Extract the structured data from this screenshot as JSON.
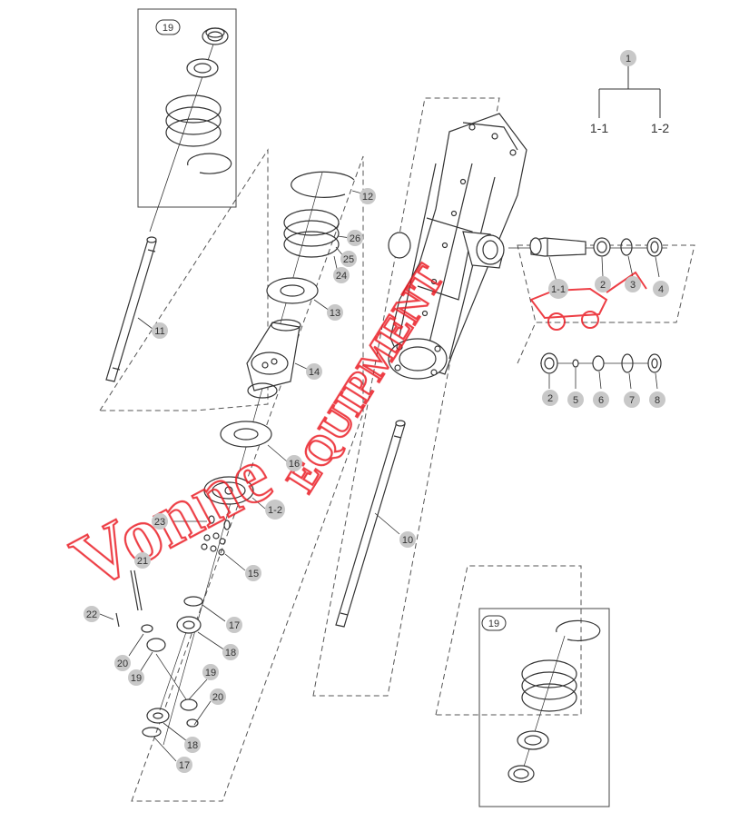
{
  "tree": {
    "root": "1",
    "children": [
      "1-1",
      "1-2"
    ]
  },
  "box_label": "19",
  "watermark": {
    "cursive": "Vonne",
    "block": "EQUIPMENT",
    "color": "#ea1c24"
  },
  "callouts": {
    "c12": "12",
    "c26": "26",
    "c25": "25",
    "c24": "24",
    "c13": "13",
    "c14": "14",
    "c11": "11",
    "c16": "16",
    "c1_2": "1-2",
    "c23": "23",
    "c15": "15",
    "c21": "21",
    "c22": "22",
    "c17a": "17",
    "c18a": "18",
    "c20a": "20",
    "c19a": "19",
    "c19b": "19",
    "c20b": "20",
    "c18b": "18",
    "c17b": "17",
    "c10": "10",
    "r1_1": "1-1",
    "r2a": "2",
    "r3": "3",
    "r4": "4",
    "r2b": "2",
    "r5": "5",
    "r6": "6",
    "r7": "7",
    "r8": "8"
  },
  "colors": {
    "callout_fill": "#c8c8c8",
    "line": "#333333",
    "dash": "#555555"
  }
}
